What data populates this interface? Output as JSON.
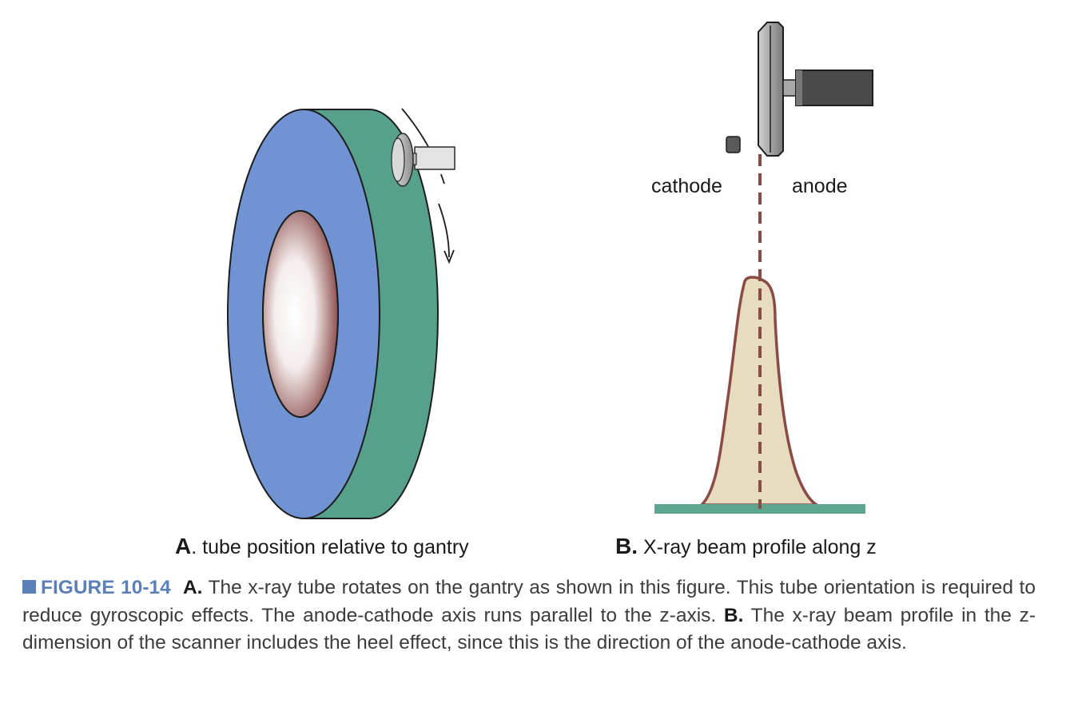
{
  "panel_a": {
    "letter": "A",
    "caption": ". tube position relative to gantry"
  },
  "panel_b": {
    "letter": "B.",
    "caption": " X-ray beam profile along z",
    "cathode_label": "cathode",
    "anode_label": "anode"
  },
  "figure_caption": {
    "figure_number": "FIGURE 10-14",
    "part_a_marker": "A.",
    "part_a_text": " The x-ray tube rotates on the gantry as shown in this figure. This tube orientation is required to reduce gyroscopic effects. The anode-cathode axis runs parallel to the z-axis. ",
    "part_b_marker": "B.",
    "part_b_text": " The x-ray beam profile in the z-dimension of the scanner includes the heel effect, since this is the direction of the anode-cathode axis."
  },
  "colors": {
    "gantry_face": "#7094d3",
    "gantry_side": "#56a08c",
    "beam_fill": "#e7dcc0",
    "beam_outline": "#8a4b45",
    "baseline": "#5ea592",
    "accent": "#5b7fb8"
  }
}
